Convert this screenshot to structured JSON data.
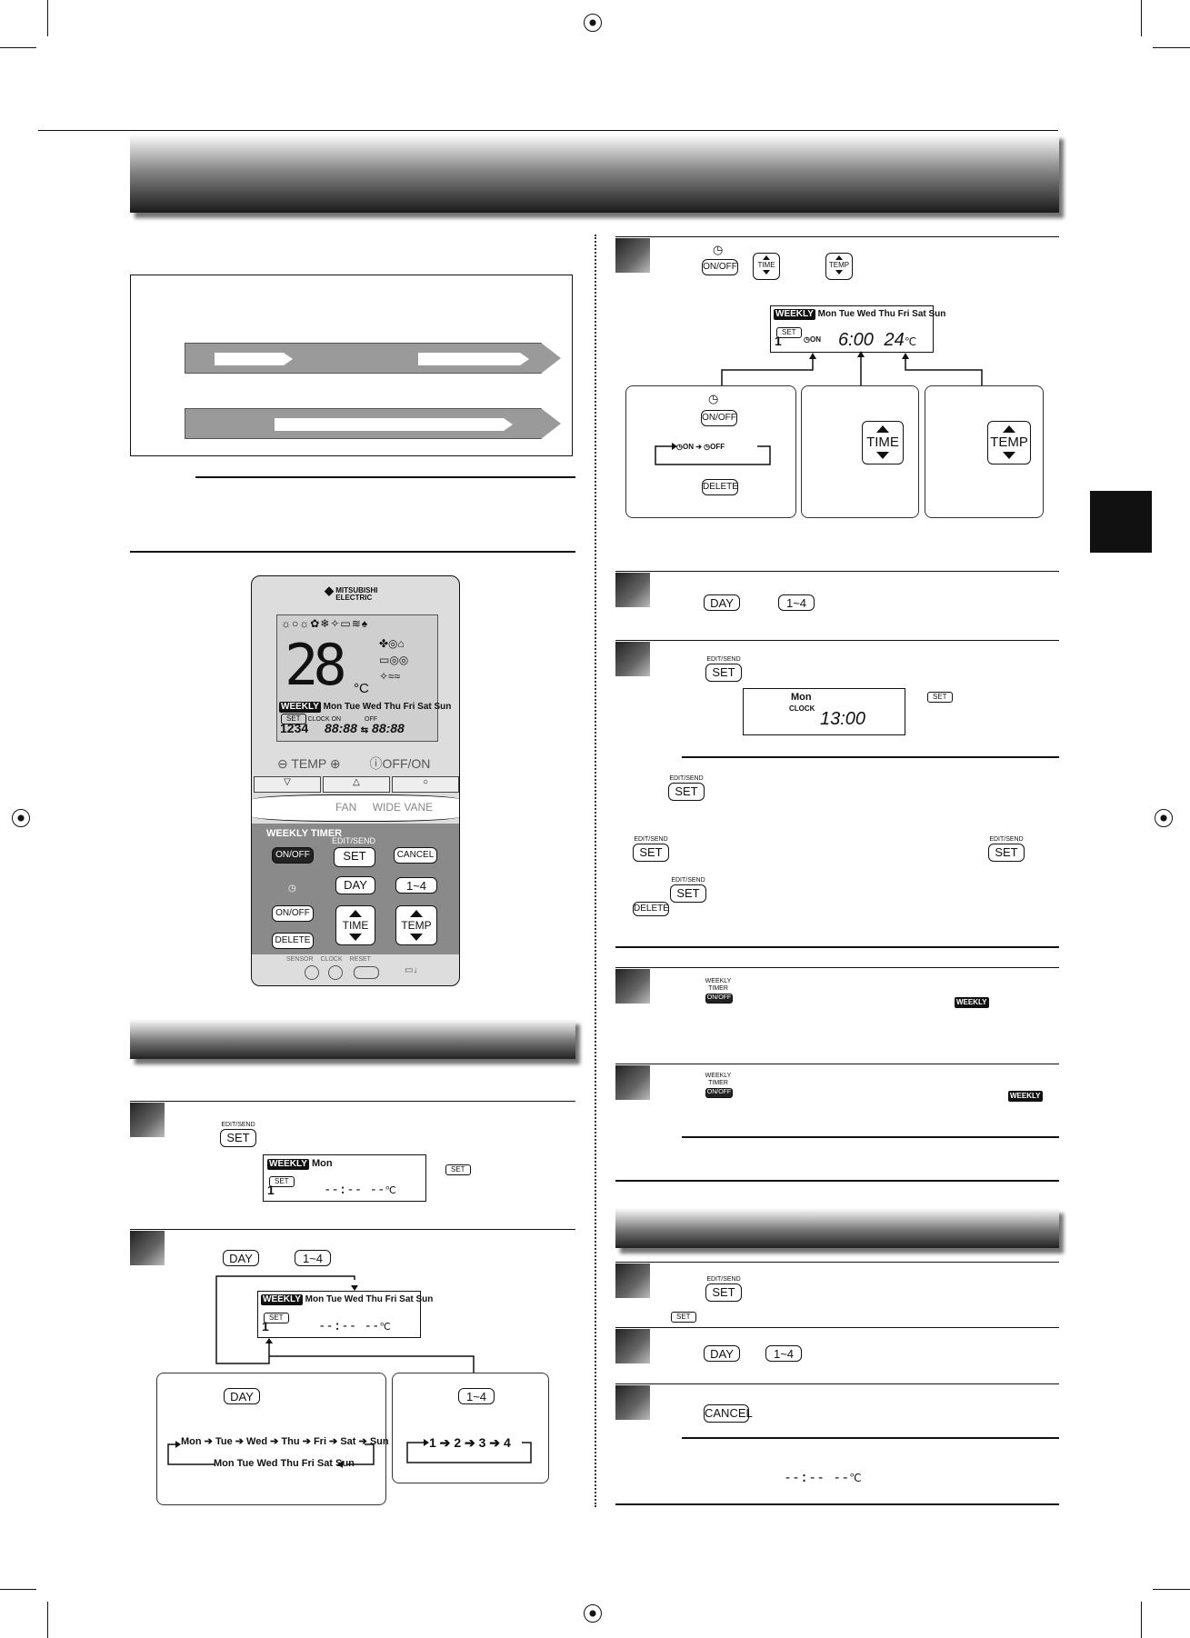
{
  "step_labels": {
    "lcd_set": "SET",
    "edit_send": "EDIT/SEND",
    "weekly": "WEEKLY",
    "timer": "TIMER",
    "on_off": "ON/OFF"
  },
  "buttons": {
    "set": "SET",
    "day": "DAY",
    "range": "1~4",
    "cancel": "CANCEL",
    "on_off": "ON/OFF",
    "delete": "DELETE",
    "time": "TIME",
    "temp": "TEMP"
  },
  "lcd": {
    "weekly": "WEEKLY",
    "days_full": "Mon Tue Wed Thu Fri Sat Sun",
    "mon": "Mon",
    "program_no": "1",
    "blank_time": "--:--",
    "blank_temp": "--",
    "unit": "℃",
    "on_label": "ON",
    "off_label": "OFF",
    "sample_time": "6:00",
    "sample_temp": "24",
    "clock_label": "CLOCK",
    "clock_time": "13:00"
  },
  "sequences": {
    "days": [
      "Mon",
      "Tue",
      "Wed",
      "Thu",
      "Fri",
      "Sat",
      "Sun"
    ],
    "days_return": "Mon Tue Wed Thu Fri Sat Sun",
    "programs": [
      "1",
      "2",
      "3",
      "4"
    ],
    "on_off": [
      "ON",
      "OFF"
    ]
  },
  "remote": {
    "brand_line1": "MITSUBISHI",
    "brand_line2": "ELECTRIC",
    "lcd_temp": "28",
    "lcd_unit": "°C",
    "lcd_days": "Mon Tue Wed Thu Fri Sat Sun",
    "lcd_weekly": "WEEKLY",
    "lcd_set": "SET",
    "lcd_clock": "CLOCK",
    "lcd_on": "ON",
    "lcd_off": "OFF",
    "lcd_prog": "1234",
    "lcd_time": "88:88",
    "temp_label": "TEMP",
    "offon_label": "OFF/ON",
    "fan_label": "FAN",
    "wide_vane_label": "WIDE VANE",
    "weekly_timer_label": "WEEKLY TIMER",
    "edit_send": "EDIT/SEND",
    "set": "SET",
    "cancel": "CANCEL",
    "on_off": "ON/OFF",
    "day": "DAY",
    "range": "1~4",
    "delete": "DELETE",
    "time": "TIME",
    "temp": "TEMP",
    "sensor": "SENSOR",
    "clock": "CLOCK",
    "reset": "RESET"
  }
}
